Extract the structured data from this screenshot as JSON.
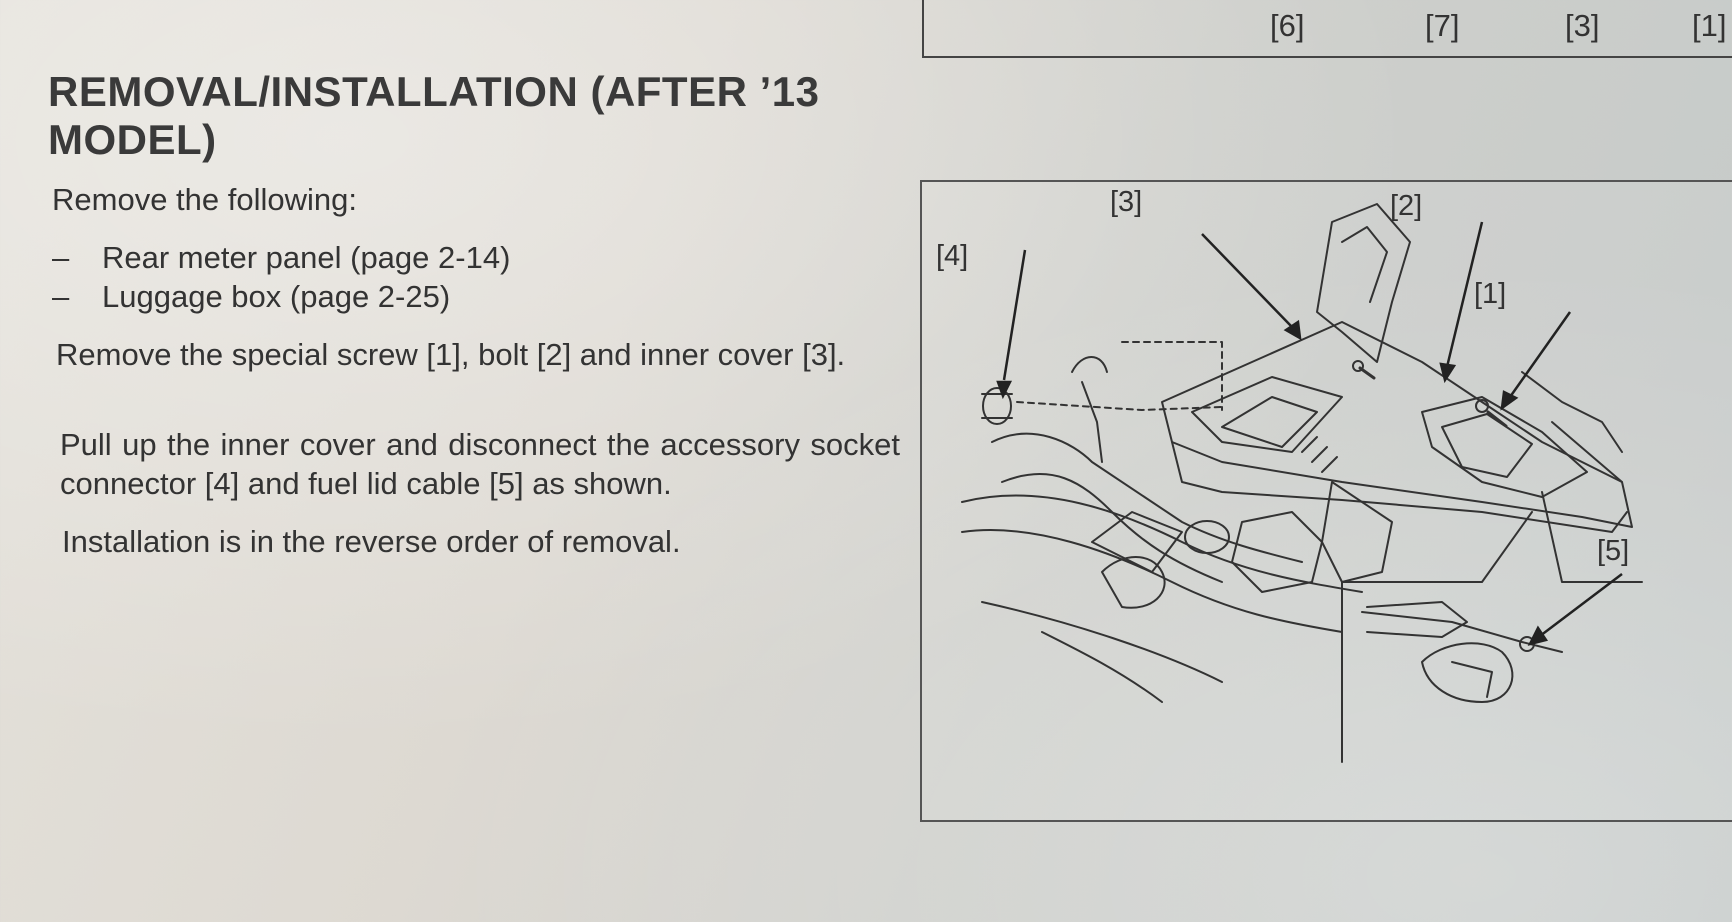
{
  "top_callouts": [
    "[6]",
    "[7]",
    "[3]",
    "[1]"
  ],
  "title": "REMOVAL/INSTALLATION (AFTER ’13 MODEL)",
  "intro": "Remove the following:",
  "remove_list": [
    {
      "dash": "–",
      "text": "Rear meter panel (page 2-14)"
    },
    {
      "dash": "–",
      "text": "Luggage box (page 2-25)"
    }
  ],
  "paragraphs": [
    "Remove the special screw [1], bolt [2] and inner cover [3].",
    "Pull up the inner cover and disconnect the accessory socket connector [4] and fuel lid cable [5] as shown.",
    "Installation is in the reverse order of removal."
  ],
  "diagram_callouts": {
    "c1": "[1]",
    "c2": "[2]",
    "c3": "[3]",
    "c4": "[4]",
    "c5": "[5]"
  }
}
